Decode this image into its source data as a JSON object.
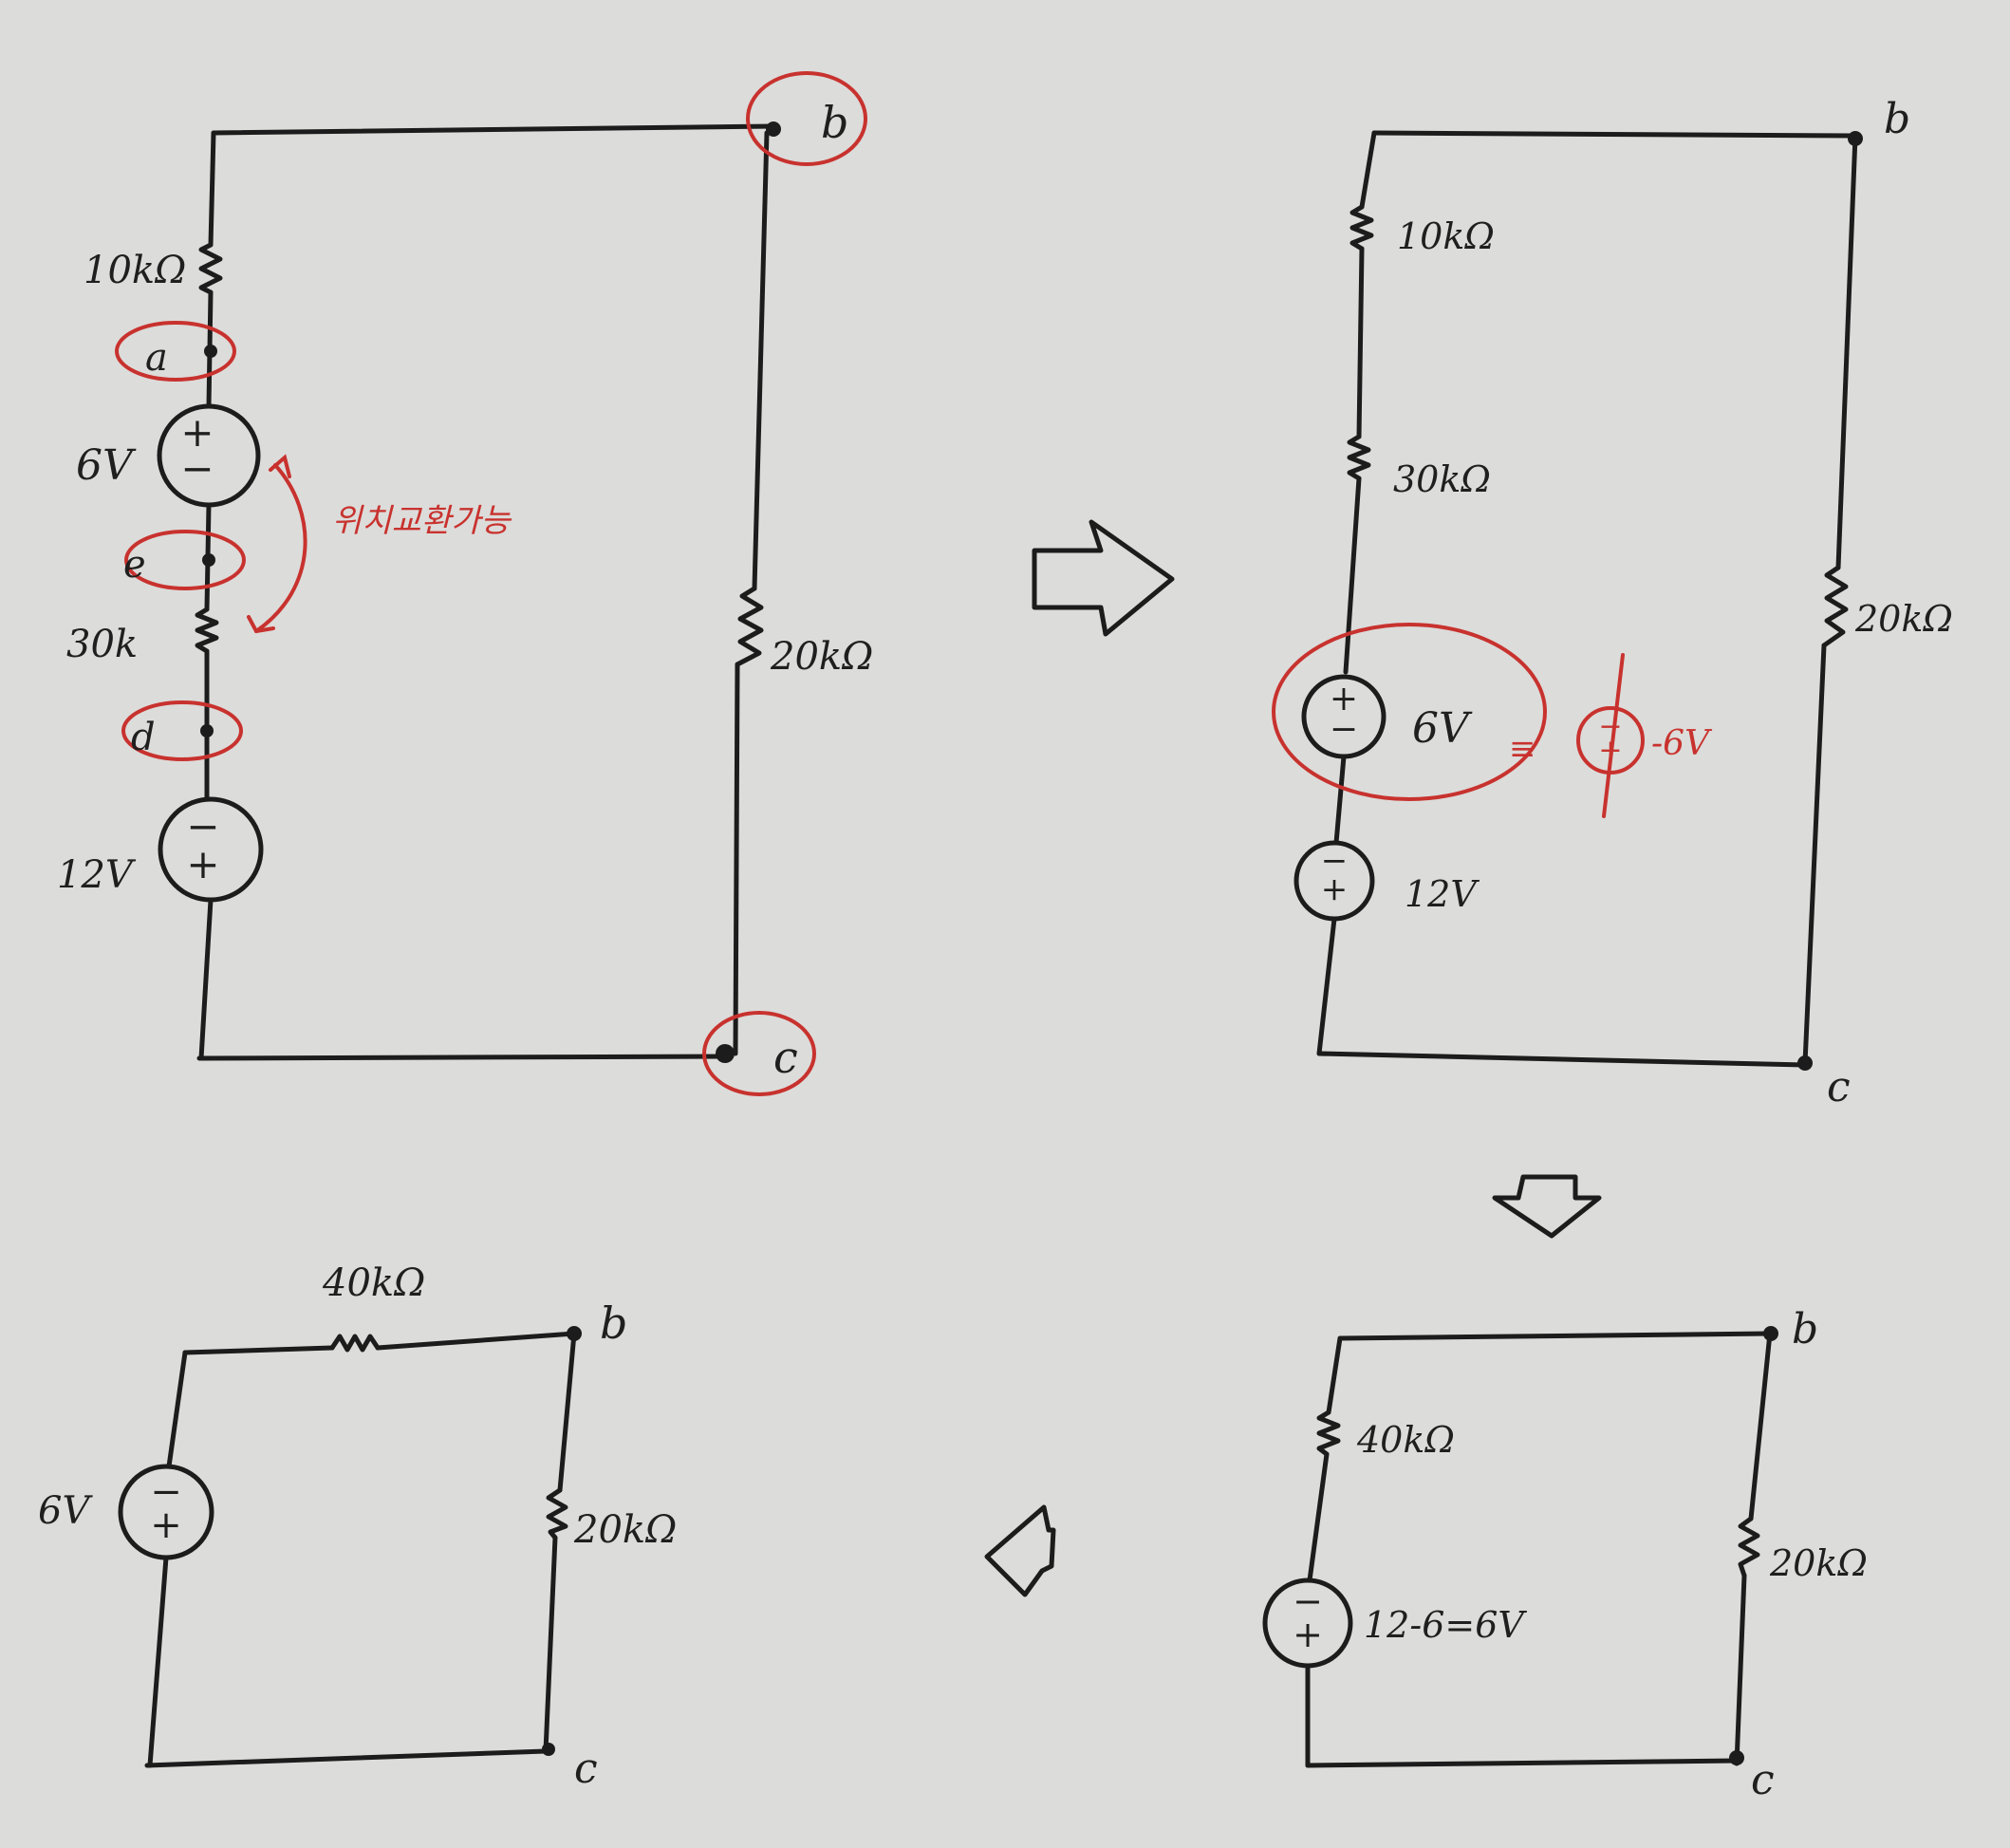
{
  "panel1": {
    "r_top": "10kΩ",
    "node_a": "a",
    "src1": "6V",
    "node_e": "e",
    "swap_note": "위치교환가능",
    "r_mid": "30k",
    "node_d": "d",
    "src2": "12V",
    "r_right": "20kΩ",
    "node_b": "b",
    "node_c": "c"
  },
  "panel2": {
    "r1": "10kΩ",
    "r2": "30kΩ",
    "src1": "6V",
    "equiv_sign": "≡",
    "equiv_value": "-6V",
    "src2": "12V",
    "r_right": "20kΩ",
    "node_b": "b",
    "node_c": "c"
  },
  "panel3": {
    "r1": "40kΩ",
    "src": "12-6=6V",
    "r_right": "20kΩ",
    "node_b": "b",
    "node_c": "c"
  },
  "panel4": {
    "r_top": "40kΩ",
    "src": "6V",
    "r_right": "20kΩ",
    "node_b": "b",
    "node_c": "c"
  },
  "symbols": {
    "plus": "+",
    "minus": "−"
  },
  "colors": {
    "ink": "#1c1c1c",
    "annotation": "#c8322e",
    "paper": "#d9d9d7"
  }
}
